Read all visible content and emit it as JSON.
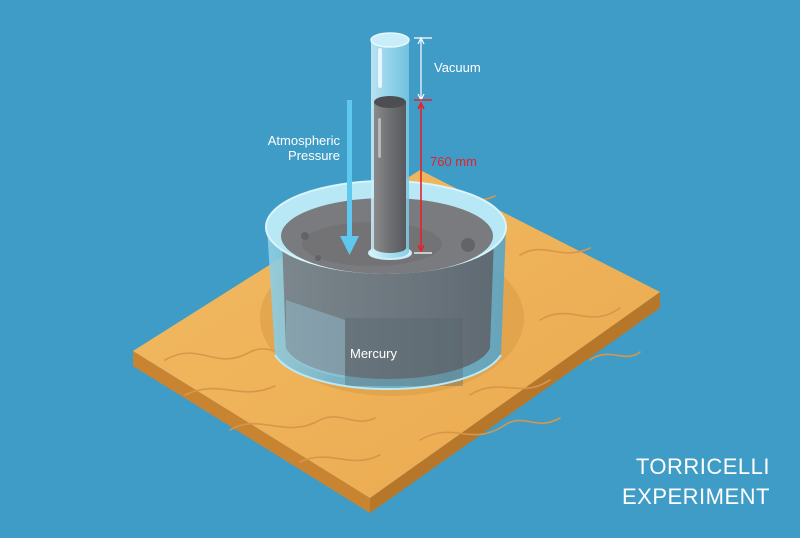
{
  "labels": {
    "vacuum": "Vacuum",
    "atmospheric_pressure_line1": "Atmospheric",
    "atmospheric_pressure_line2": "Pressure",
    "column_height": "760 mm",
    "mercury": "Mercury"
  },
  "title": {
    "line1": "TORRICELLI",
    "line2": "EXPERIMENT"
  },
  "colors": {
    "background": "#3f9cc6",
    "wood": "#f0b45a",
    "mercury": "#6e6f72",
    "glass": "#aee3f3",
    "height_marker": "#e8202a",
    "arrow": "#5ec8ef"
  }
}
